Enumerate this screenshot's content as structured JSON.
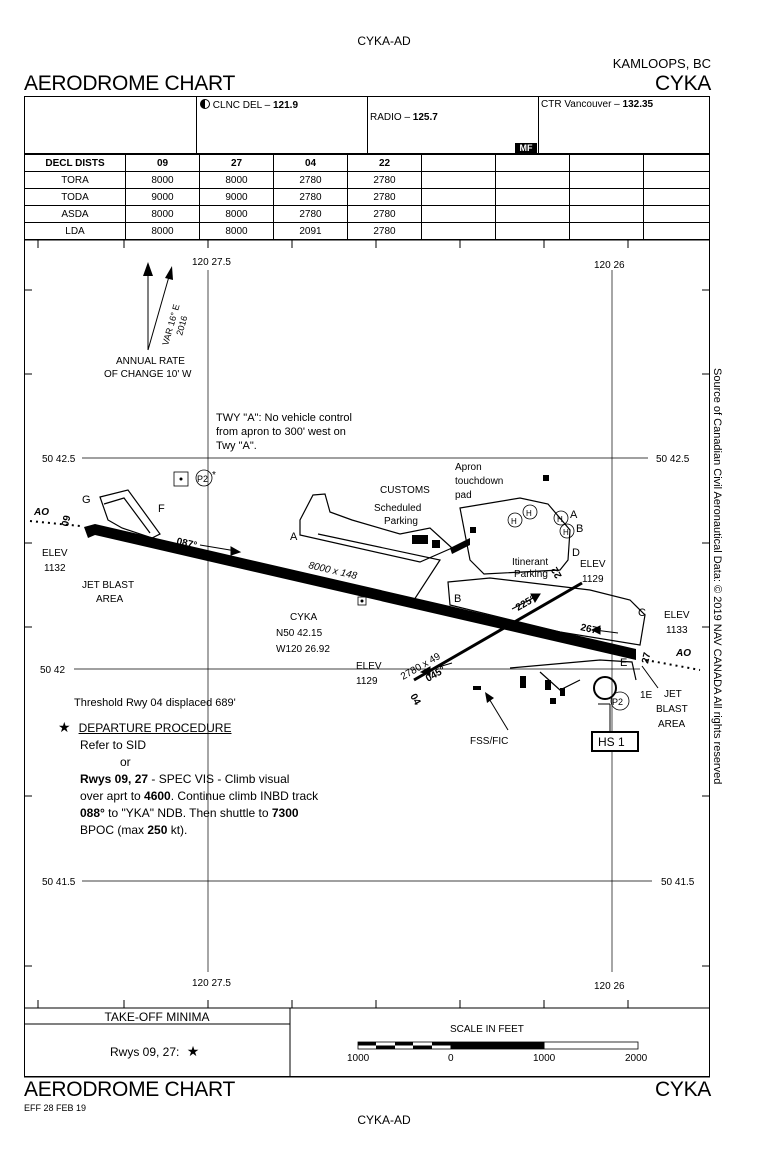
{
  "header": {
    "doc_id": "CYKA-AD",
    "location": "KAMLOOPS, BC",
    "chart_title": "AERODROME CHART",
    "ident": "CYKA"
  },
  "frequencies": {
    "clnc_del_label": "CLNC DEL –",
    "clnc_del": "121.9",
    "radio_label": "RADIO –",
    "radio": "125.7",
    "mf": "MF",
    "ctr_label": "CTR Vancouver –",
    "ctr": "132.35"
  },
  "decl_dists": {
    "header": [
      "DECL DISTS",
      "09",
      "27",
      "04",
      "22"
    ],
    "rows": [
      [
        "TORA",
        "8000",
        "8000",
        "2780",
        "2780"
      ],
      [
        "TODA",
        "9000",
        "9000",
        "2780",
        "2780"
      ],
      [
        "ASDA",
        "8000",
        "8000",
        "2780",
        "2780"
      ],
      [
        "LDA",
        "8000",
        "8000",
        "2091",
        "2780"
      ]
    ]
  },
  "grid": {
    "lon_west": "120 27.5",
    "lon_east": "120 26",
    "lat_top": "50 42.5",
    "lat_mid": "50 42",
    "lat_bot": "50 41.5"
  },
  "variation": {
    "var": "VAR 16° E",
    "year": "2016",
    "rate1": "ANNUAL RATE",
    "rate2": "OF CHANGE 10' W"
  },
  "notes": {
    "twy_a_1": "TWY \"A\": No vehicle control",
    "twy_a_2": "from apron to 300' west on",
    "twy_a_3": "Twy \"A\".",
    "threshold": "Threshold Rwy 04 displaced 689'"
  },
  "labels": {
    "apron1": "Apron",
    "apron2": "touchdown",
    "apron3": "pad",
    "customs": "CUSTOMS",
    "sched1": "Scheduled",
    "sched2": "Parking",
    "itin1": "Itinerant",
    "itin2": "Parking",
    "elev_w_label": "ELEV",
    "elev_w": "1132",
    "jet_w1": "JET BLAST",
    "jet_w2": "AREA",
    "elev_d_label": "ELEV",
    "elev_d": "1129",
    "elev_e_label": "ELEV",
    "elev_e": "1133",
    "elev_m_label": "ELEV",
    "elev_m": "1129",
    "jet_e1": "JET",
    "jet_e2": "BLAST",
    "jet_e3": "AREA",
    "arp_name": "CYKA",
    "arp_lat": "N50 42.15",
    "arp_lon": "W120 26.92",
    "fss": "FSS/FIC",
    "hs": "HS 1",
    "rwy_main": "8000 x 148",
    "rwy_cross": "2780 x 49",
    "hdg_087": "087°",
    "hdg_267": "267°",
    "hdg_225": "225°",
    "hdg_045": "045°",
    "rwy09": "09",
    "rwy27": "27",
    "rwy04": "04",
    "rwy22": "22",
    "ao_w": "AO",
    "ao_e": "AO",
    "twy_g": "G",
    "twy_f": "F",
    "twy_a": "A",
    "twy_b": "B",
    "twy_c": "C",
    "twy_d": "D",
    "twy_e": "E",
    "twy_a2": "A",
    "twy_b2": "B",
    "twy_1e": "1E",
    "p2": "P2",
    "star": "*",
    "h": "H"
  },
  "departure": {
    "star": "★",
    "title": "DEPARTURE PROCEDURE",
    "line1": "Refer to SID",
    "line2": "or",
    "rwys": "Rwys 09, 27",
    "line3a": " - SPEC VIS - Climb visual",
    "line4a": "over aprt to ",
    "alt1": "4600",
    "line4b": ". Continue climb INBD track",
    "hdg": "088°",
    "line5a": " to \"YKA\" NDB. Then shuttle to ",
    "alt2": "7300",
    "line6a": "BPOC (max ",
    "spd": "250",
    "line6b": " kt)."
  },
  "takeoff": {
    "title": "TAKE-OFF MINIMA",
    "rwys": "Rwys 09, 27:",
    "star": "★"
  },
  "scale": {
    "title": "SCALE IN FEET",
    "ticks": [
      "1000",
      "0",
      "1000",
      "2000"
    ]
  },
  "footer": {
    "chart_title": "AERODROME CHART",
    "ident": "CYKA",
    "eff": "EFF 28 FEB 19",
    "doc_id": "CYKA-AD"
  },
  "source": "Source of Canadian Civil Aeronautical Data: © 2019 NAV CANADA All rights reserved"
}
